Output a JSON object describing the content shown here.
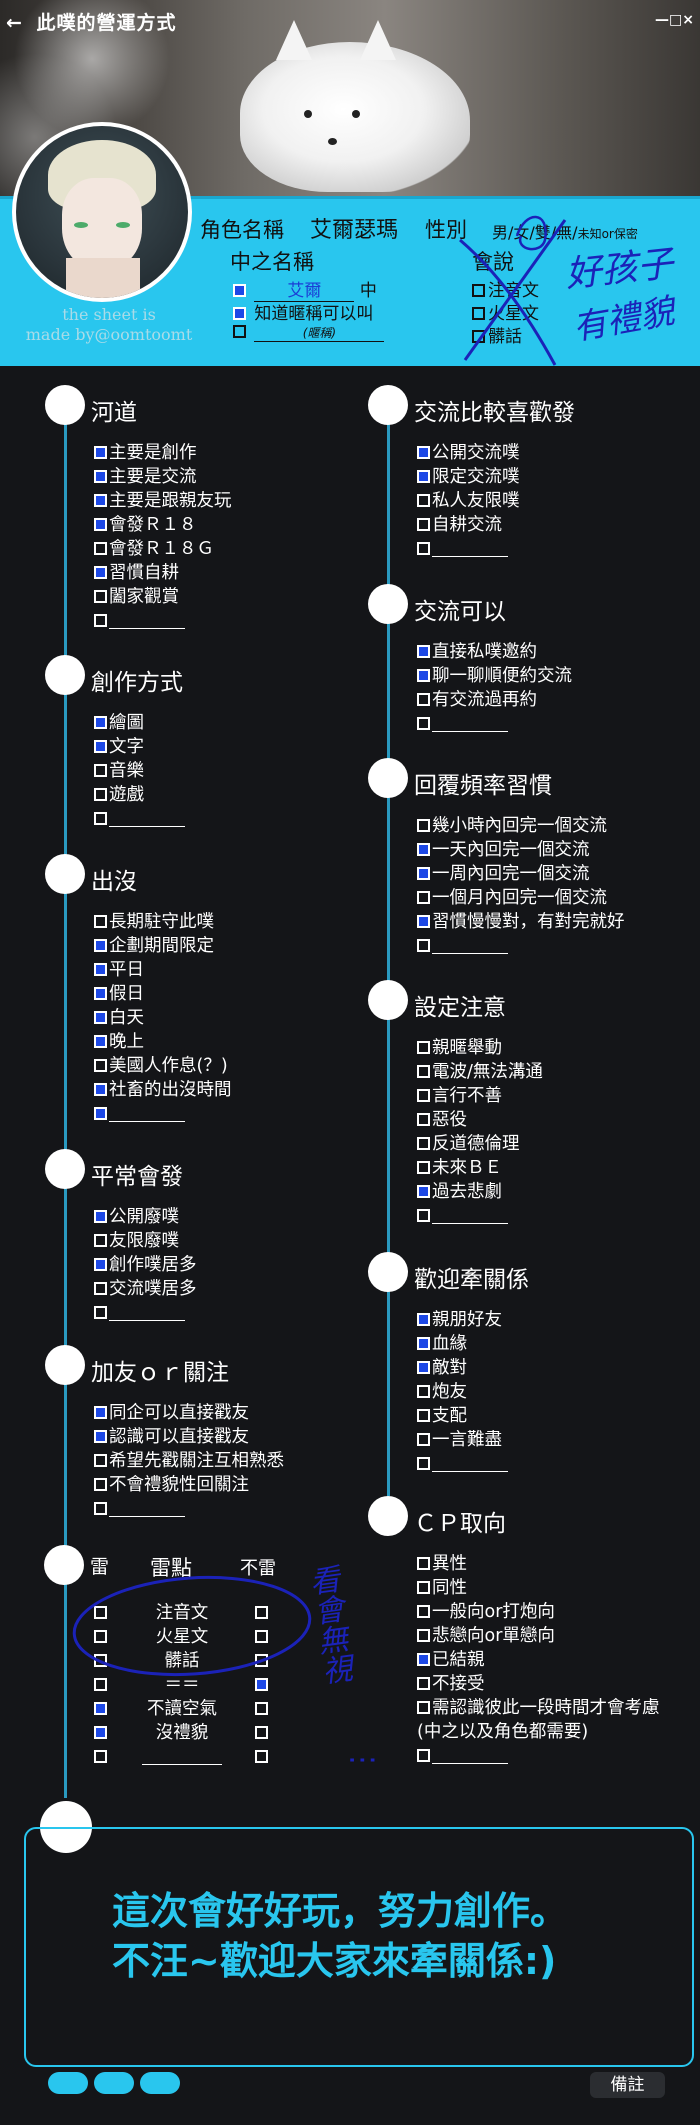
{
  "window": {
    "back": "←",
    "title": "此噗的營運方式",
    "controls": "—□×"
  },
  "credit": [
    "the sheet is",
    "made by@oomtoomt"
  ],
  "profile": {
    "role_label": "角色名稱",
    "role_name": "艾爾瑟瑪",
    "gender_label": "性別",
    "gender_opts": "男/女/雙/無/",
    "gender_unknown": "未知or保密",
    "mid_label": "中之名稱",
    "mid_name": "艾爾",
    "mid_suffix": "中",
    "nickname_ok": "知道暱稱可以叫",
    "nickname_hint": "(暱稱)",
    "can_label": "會說",
    "can_items": [
      "注音文",
      "火星文",
      "髒話"
    ]
  },
  "sections": {
    "fandom": {
      "title": "河道",
      "items": [
        {
          "label": "主要是創作",
          "on": true
        },
        {
          "label": "主要是交流",
          "on": true
        },
        {
          "label": "主要是跟親友玩",
          "on": true
        },
        {
          "label": "會發Ｒ１８",
          "on": true
        },
        {
          "label": "會發Ｒ１８Ｇ",
          "on": false
        },
        {
          "label": "習慣自耕",
          "on": true
        },
        {
          "label": "闔家觀賞",
          "on": false
        },
        {
          "label": "",
          "on": false
        }
      ]
    },
    "create": {
      "title": "創作方式",
      "items": [
        {
          "label": "繪圖",
          "on": true
        },
        {
          "label": "文字",
          "on": true
        },
        {
          "label": "音樂",
          "on": false
        },
        {
          "label": "遊戲",
          "on": false
        },
        {
          "label": "",
          "on": false
        }
      ]
    },
    "appear": {
      "title": "出沒",
      "items": [
        {
          "label": "長期駐守此噗",
          "on": false
        },
        {
          "label": "企劃期間限定",
          "on": true
        },
        {
          "label": "平日",
          "on": true
        },
        {
          "label": "假日",
          "on": true
        },
        {
          "label": "白天",
          "on": true
        },
        {
          "label": "晚上",
          "on": true
        },
        {
          "label": "美國人作息(？)",
          "on": false
        },
        {
          "label": "社畜的出沒時間",
          "on": true
        },
        {
          "label": "",
          "on": true
        }
      ]
    },
    "post": {
      "title": "平常會發",
      "items": [
        {
          "label": "公開廢噗",
          "on": true
        },
        {
          "label": "友限廢噗",
          "on": false
        },
        {
          "label": "創作噗居多",
          "on": true
        },
        {
          "label": "交流噗居多",
          "on": false
        },
        {
          "label": "",
          "on": false
        }
      ]
    },
    "friend": {
      "title": "加友ｏｒ關注",
      "items": [
        {
          "label": "同企可以直接戳友",
          "on": true
        },
        {
          "label": "認識可以直接戳友",
          "on": true
        },
        {
          "label": "希望先戳關注互相熟悉",
          "on": false
        },
        {
          "label": "不會禮貌性回關注",
          "on": false
        },
        {
          "label": "",
          "on": false
        }
      ]
    },
    "prefer": {
      "title": "交流比較喜歡發",
      "items": [
        {
          "label": "公開交流噗",
          "on": true
        },
        {
          "label": "限定交流噗",
          "on": true
        },
        {
          "label": "私人友限噗",
          "on": false
        },
        {
          "label": "自耕交流",
          "on": false
        },
        {
          "label": "",
          "on": false
        }
      ]
    },
    "canwith": {
      "title": "交流可以",
      "items": [
        {
          "label": "直接私噗邀約",
          "on": true
        },
        {
          "label": "聊一聊順便約交流",
          "on": true
        },
        {
          "label": "有交流過再約",
          "on": false
        },
        {
          "label": "",
          "on": false
        }
      ]
    },
    "reply": {
      "title": "回覆頻率習慣",
      "items": [
        {
          "label": "幾小時內回完一個交流",
          "on": false
        },
        {
          "label": "一天內回完一個交流",
          "on": true
        },
        {
          "label": "一周內回完一個交流",
          "on": true
        },
        {
          "label": "一個月內回完一個交流",
          "on": false
        },
        {
          "label": "習慣慢慢對，有對完就好",
          "on": true
        },
        {
          "label": "",
          "on": false
        }
      ]
    },
    "caution": {
      "title": "設定注意",
      "items": [
        {
          "label": "親暱舉動",
          "on": false
        },
        {
          "label": "電波/無法溝通",
          "on": false
        },
        {
          "label": "言行不善",
          "on": false
        },
        {
          "label": "惡役",
          "on": false
        },
        {
          "label": "反道德倫理",
          "on": false
        },
        {
          "label": "未來ＢＥ",
          "on": false
        },
        {
          "label": "過去悲劇",
          "on": true
        },
        {
          "label": "",
          "on": false
        }
      ]
    },
    "relation": {
      "title": "歡迎牽關係",
      "items": [
        {
          "label": "親朋好友",
          "on": true
        },
        {
          "label": "血緣",
          "on": true
        },
        {
          "label": "敵對",
          "on": true
        },
        {
          "label": "炮友",
          "on": false
        },
        {
          "label": "支配",
          "on": false
        },
        {
          "label": "一言難盡",
          "on": false
        },
        {
          "label": "",
          "on": false
        }
      ]
    },
    "cp": {
      "title": "ＣＰ取向",
      "items": [
        {
          "label": "異性",
          "on": false
        },
        {
          "label": "同性",
          "on": false
        },
        {
          "label": "一般向or打炮向",
          "on": false
        },
        {
          "label": "悲戀向or單戀向",
          "on": false
        },
        {
          "label": "已結親",
          "on": true
        },
        {
          "label": "不接受",
          "on": false
        },
        {
          "label": "需認識彼此一段時間才會考慮",
          "on": false
        },
        {
          "label": "(中之以及角色都需要)",
          "on": false,
          "nobox": true
        },
        {
          "label": "",
          "on": false
        }
      ]
    }
  },
  "trigger": {
    "mine": "雷",
    "title": "雷點",
    "not": "不雷",
    "rows": [
      {
        "label": "注音文",
        "l": false,
        "r": false
      },
      {
        "label": "火星文",
        "l": false,
        "r": false
      },
      {
        "label": "髒話",
        "l": false,
        "r": false
      },
      {
        "label": "＝＝",
        "l": false,
        "r": true
      },
      {
        "label": "不讀空氣",
        "l": true,
        "r": false
      },
      {
        "label": "沒禮貌",
        "l": true,
        "r": false
      },
      {
        "label": "",
        "l": false,
        "r": false
      }
    ]
  },
  "handwriting": {
    "good": "好孩子",
    "polite": "有禮貌",
    "note": "看會無視"
  },
  "message": [
    "這次會好好玩，努力創作。",
    "不汪~歡迎大家來牽關係:)"
  ],
  "footer": {
    "note_button": "備註"
  }
}
